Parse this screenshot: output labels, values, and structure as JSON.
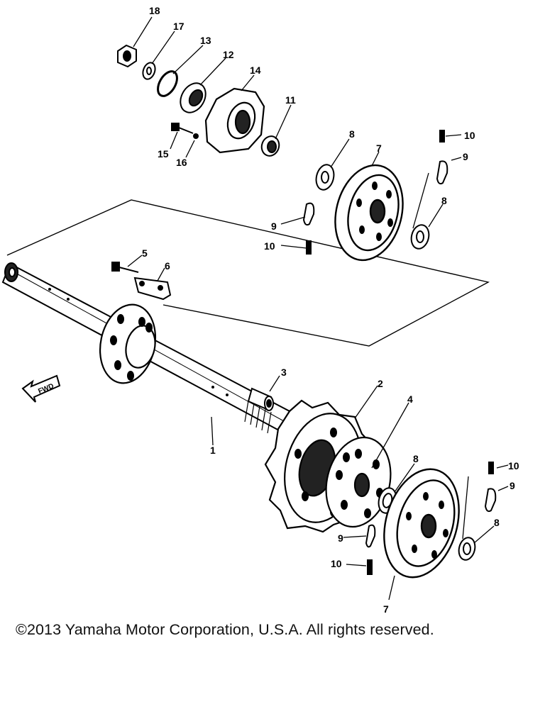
{
  "callouts": {
    "c18": "18",
    "c17": "17",
    "c13": "13",
    "c12": "12",
    "c14": "14",
    "c11": "11",
    "c15": "15",
    "c16": "16",
    "c8a": "8",
    "c7a": "7",
    "c10a": "10",
    "c9a": "9",
    "c9b": "9",
    "c10b": "10",
    "c8b": "8",
    "c5": "5",
    "c6": "6",
    "c3": "3",
    "c2": "2",
    "c4": "4",
    "c1": "1",
    "c8c": "8",
    "c10c": "10",
    "c9c": "9",
    "c9d": "9",
    "c8d": "8",
    "c10d": "10",
    "c7b": "7"
  },
  "fwd_label": "FWD",
  "copyright": "©2013 Yamaha Motor Corporation, U.S.A. All rights reserved."
}
